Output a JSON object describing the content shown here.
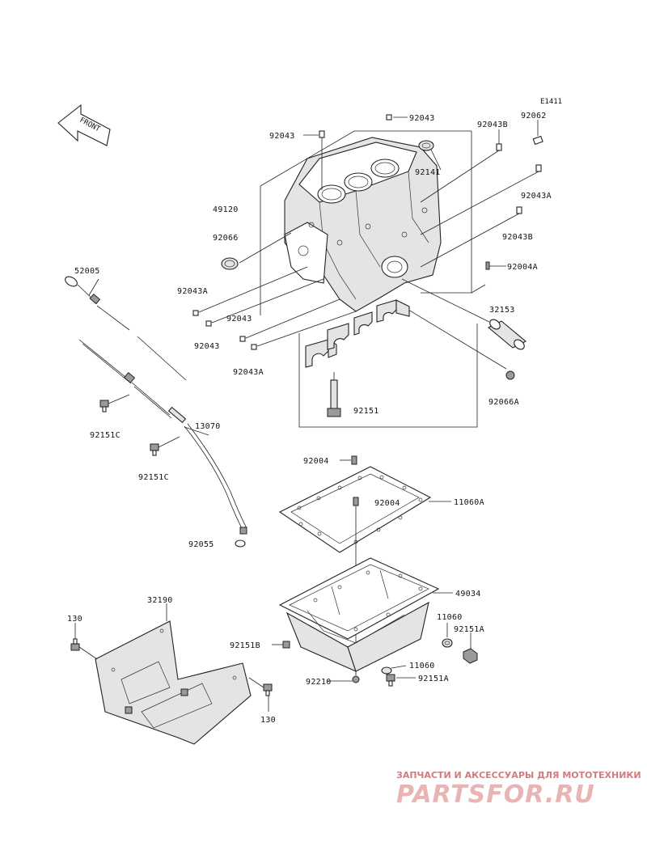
{
  "diagram_id": "E1411",
  "front_label": "FRONT",
  "labels": {
    "l92043_top": "92043",
    "l92043_left": "92043",
    "l92043B_top": "92043B",
    "l92062": "92062",
    "l92141": "92141",
    "l92043A_right": "92043A",
    "l49120": "49120",
    "l92066": "92066",
    "l92043B_right": "92043B",
    "l92004A": "92004A",
    "l52005": "52005",
    "l92043A_left": "92043A",
    "l92043_mid1": "92043",
    "l92043_mid2": "92043",
    "l92043A_low": "92043A",
    "l32153": "32153",
    "l92066A": "92066A",
    "l92151": "92151",
    "l92151C_1": "92151C",
    "l13070": "13070",
    "l92151C_2": "92151C",
    "l92004_top": "92004",
    "l92004_in": "92004",
    "l11060A": "11060A",
    "l92055": "92055",
    "l49034": "49034",
    "l32190": "32190",
    "l130_top": "130",
    "l11060_r": "11060",
    "l92151A_r": "92151A",
    "l92151B": "92151B",
    "l11060_b": "11060",
    "l92210": "92210",
    "l92151A_b": "92151A",
    "l130_bot": "130"
  },
  "watermark": {
    "tagline": "ЗАПЧАСТИ И АКСЕССУАРЫ ДЛЯ МОТОТЕХНИКИ",
    "brand": "PARTSFOR.RU"
  }
}
